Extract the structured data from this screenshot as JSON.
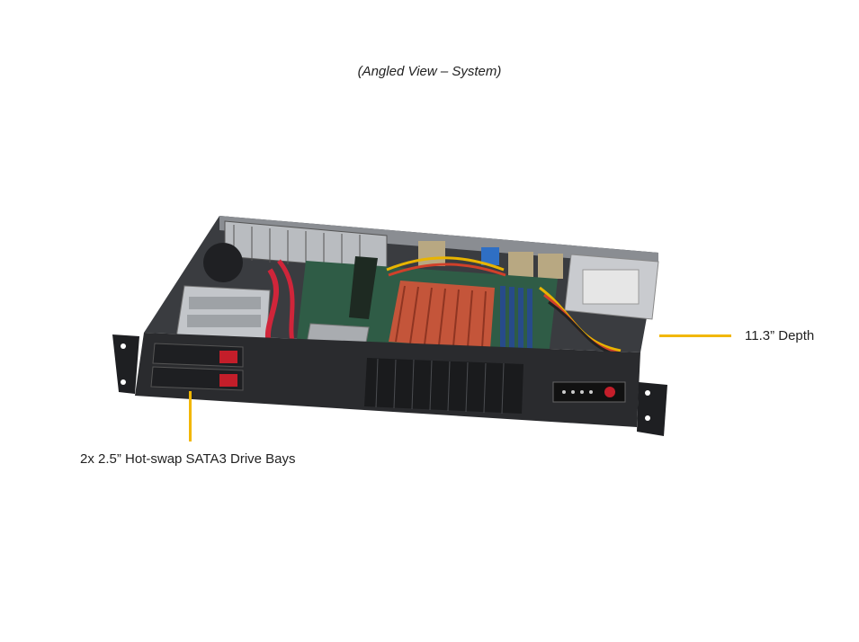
{
  "caption": "(Angled View – System)",
  "callouts": {
    "depth": "11.3” Depth",
    "drive_bays": "2x 2.5” Hot-swap SATA3 Drive Bays"
  },
  "colors": {
    "callout": "#f2b700",
    "chassis": "#2a2b2e",
    "heatsink": "#c4553a"
  }
}
